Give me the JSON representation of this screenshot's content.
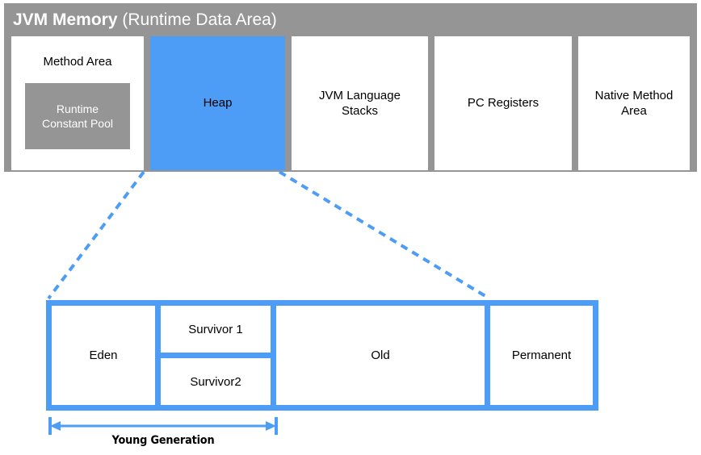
{
  "diagram": {
    "colors": {
      "accent_blue": "#4d9cf6",
      "gray": "#959595",
      "white": "#ffffff",
      "black": "#000000"
    }
  },
  "jvm_memory": {
    "title_bold": "JVM Memory",
    "title_regular": " (Runtime Data Area)",
    "regions": [
      {
        "label": "Method Area",
        "nested": {
          "label": "Runtime\nConstant Pool",
          "line1": "Runtime",
          "line2": "Constant Pool"
        }
      },
      {
        "label": "Heap"
      },
      {
        "label": "JVM Language Stacks",
        "line1": "JVM Language",
        "line2": "Stacks"
      },
      {
        "label": "PC Registers"
      },
      {
        "label": "Native Method Area",
        "line1": "Native Method",
        "line2": "Area"
      }
    ]
  },
  "heap_detail": {
    "cells": [
      {
        "label": "Eden"
      },
      {
        "label": "Survivor 1"
      },
      {
        "label": "Survivor2"
      },
      {
        "label": "Old"
      },
      {
        "label": "Permanent"
      }
    ]
  },
  "young_generation": {
    "label": "Young Generation"
  }
}
